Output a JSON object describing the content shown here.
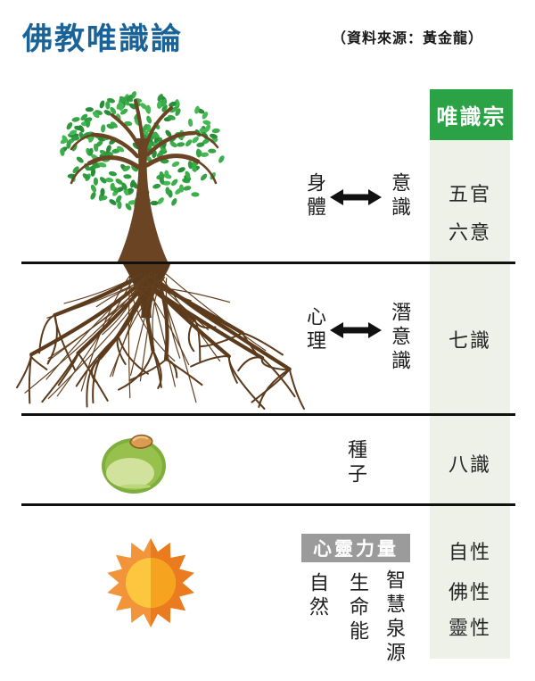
{
  "header": {
    "title": "佛教唯識論",
    "source": "（資料來源：黃金龍）"
  },
  "column": {
    "title": "唯識宗",
    "sections": [
      {
        "lines": [
          "五官",
          "六意"
        ]
      },
      {
        "lines": [
          "七識"
        ]
      },
      {
        "lines": [
          "八識"
        ]
      },
      {
        "lines": [
          "自性",
          "佛性",
          "靈性"
        ]
      }
    ]
  },
  "levels": [
    {
      "left": "身體",
      "right": "意識",
      "icon": "tree-canopy-icon"
    },
    {
      "left": "心理",
      "right": "潛意識",
      "icon": "tree-roots-icon"
    },
    {
      "label": "種子",
      "icon": "seed-icon"
    },
    {
      "highlight": "心靈力量",
      "sources": [
        "自然",
        "生命能",
        "智慧泉源"
      ],
      "icon": "sun-icon"
    }
  ],
  "colors": {
    "title_blue": "#1A6399",
    "column_header_green": "#2BA245",
    "column_bg_green": "#EDF1E7",
    "highlight_gray": "#9B9B9B",
    "divider_black": "#101010",
    "trunk_brown": "#6B4423",
    "root_brown": "#5C3A1C",
    "leaf_green": "#3BAD4A",
    "seed_green": "#98C04D",
    "sun_orange": "#F08A2B"
  }
}
